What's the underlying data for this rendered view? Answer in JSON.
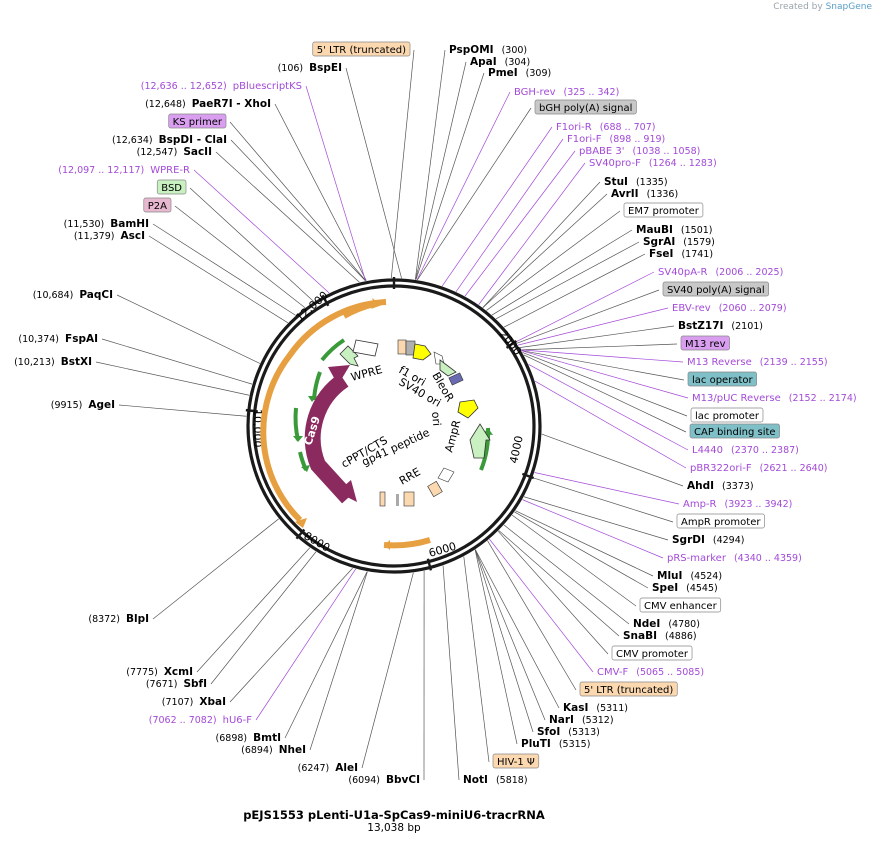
{
  "app": {
    "credit_prefix": "Created by",
    "credit_brand": "SnapGene"
  },
  "plasmid": {
    "name": "pEJS1553 pLenti-U1a-SpCas9-miniU6-tracrRNA",
    "length_label": "13,038 bp",
    "length_bp": 13038
  },
  "ticks": [
    "2000",
    "4000",
    "6000",
    "8000",
    "10,000",
    "12,000"
  ],
  "colors": {
    "enzyme": "#000000",
    "primer": "#a34ad8",
    "backbone": "#1a1a1a",
    "cas9": "#8b2a5e",
    "orange": "#e6a042",
    "green": "#3a9a3a"
  },
  "labels": [
    {
      "kind": "enzyme",
      "name": "PspOMI",
      "coord": "(300)"
    },
    {
      "kind": "enzyme",
      "name": "ApaI",
      "coord": "(304)"
    },
    {
      "kind": "enzyme",
      "name": "PmeI",
      "coord": "(309)"
    },
    {
      "kind": "primer",
      "name": "BGH-rev",
      "coord": "(325 .. 342)"
    },
    {
      "kind": "boxed",
      "name": "bGH poly(A) signal",
      "fill": "#c8c8c8"
    },
    {
      "kind": "primer",
      "name": "F1ori-R",
      "coord": "(688 .. 707)"
    },
    {
      "kind": "primer",
      "name": "F1ori-F",
      "coord": "(898 .. 919)"
    },
    {
      "kind": "primer",
      "name": "pBABE 3'",
      "coord": "(1038 .. 1058)"
    },
    {
      "kind": "primer",
      "name": "SV40pro-F",
      "coord": "(1264 .. 1283)"
    },
    {
      "kind": "enzyme",
      "name": "StuI",
      "coord": "(1335)"
    },
    {
      "kind": "enzyme",
      "name": "AvrII",
      "coord": "(1336)"
    },
    {
      "kind": "boxed",
      "name": "EM7 promoter",
      "fill": "#ffffff"
    },
    {
      "kind": "enzyme",
      "name": "MauBI",
      "coord": "(1501)"
    },
    {
      "kind": "enzyme",
      "name": "SgrAI",
      "coord": "(1579)"
    },
    {
      "kind": "enzyme",
      "name": "FseI",
      "coord": "(1741)"
    },
    {
      "kind": "primer",
      "name": "SV40pA-R",
      "coord": "(2006 .. 2025)"
    },
    {
      "kind": "boxed",
      "name": "SV40 poly(A) signal",
      "fill": "#c8c8c8"
    },
    {
      "kind": "primer",
      "name": "EBV-rev",
      "coord": "(2060 .. 2079)"
    },
    {
      "kind": "enzyme",
      "name": "BstZ17I",
      "coord": "(2101)"
    },
    {
      "kind": "boxed",
      "name": "M13 rev",
      "fill": "#d99ef0"
    },
    {
      "kind": "primer",
      "name": "M13 Reverse",
      "coord": "(2139 .. 2155)"
    },
    {
      "kind": "boxed",
      "name": "lac operator",
      "fill": "#7fc0c8"
    },
    {
      "kind": "primer",
      "name": "M13/pUC Reverse",
      "coord": "(2152 .. 2174)"
    },
    {
      "kind": "boxed",
      "name": "lac promoter",
      "fill": "#ffffff"
    },
    {
      "kind": "boxed",
      "name": "CAP binding site",
      "fill": "#7fc0c8"
    },
    {
      "kind": "primer",
      "name": "L4440",
      "coord": "(2370 .. 2387)"
    },
    {
      "kind": "primer",
      "name": "pBR322ori-F",
      "coord": "(2621 .. 2640)"
    },
    {
      "kind": "enzyme",
      "name": "AhdI",
      "coord": "(3373)"
    },
    {
      "kind": "primer",
      "name": "Amp-R",
      "coord": "(3923 .. 3942)"
    },
    {
      "kind": "boxed",
      "name": "AmpR promoter",
      "fill": "#ffffff"
    },
    {
      "kind": "enzyme",
      "name": "SgrDI",
      "coord": "(4294)"
    },
    {
      "kind": "primer",
      "name": "pRS-marker",
      "coord": "(4340 .. 4359)"
    },
    {
      "kind": "enzyme",
      "name": "MluI",
      "coord": "(4524)"
    },
    {
      "kind": "enzyme",
      "name": "SpeI",
      "coord": "(4545)"
    },
    {
      "kind": "boxed",
      "name": "CMV enhancer",
      "fill": "#ffffff"
    },
    {
      "kind": "enzyme",
      "name": "NdeI",
      "coord": "(4780)"
    },
    {
      "kind": "enzyme",
      "name": "SnaBI",
      "coord": "(4886)"
    },
    {
      "kind": "boxed",
      "name": "CMV promoter",
      "fill": "#ffffff"
    },
    {
      "kind": "primer",
      "name": "CMV-F",
      "coord": "(5065 .. 5085)"
    },
    {
      "kind": "boxed",
      "name": "5' LTR (truncated)",
      "fill": "#fbd8b0"
    },
    {
      "kind": "enzyme",
      "name": "KasI",
      "coord": "(5311)"
    },
    {
      "kind": "enzyme",
      "name": "NarI",
      "coord": "(5312)"
    },
    {
      "kind": "enzyme",
      "name": "SfoI",
      "coord": "(5313)"
    },
    {
      "kind": "enzyme",
      "name": "PluTI",
      "coord": "(5315)"
    },
    {
      "kind": "boxed",
      "name": "HIV-1 Ψ",
      "fill": "#fbd8b0"
    },
    {
      "kind": "enzyme",
      "name": "NotI",
      "coord": "(5818)"
    },
    {
      "kind": "enzyme",
      "name": "BbvCI",
      "coord": "(6094)"
    },
    {
      "kind": "enzyme",
      "name": "AleI",
      "coord": "(6247)"
    },
    {
      "kind": "enzyme",
      "name": "NheI",
      "coord": "(6894)"
    },
    {
      "kind": "enzyme",
      "name": "BmtI",
      "coord": "(6898)"
    },
    {
      "kind": "primer",
      "name": "hU6-F",
      "coord": "(7062 .. 7082)"
    },
    {
      "kind": "enzyme",
      "name": "XbaI",
      "coord": "(7107)"
    },
    {
      "kind": "enzyme",
      "name": "SbfI",
      "coord": "(7671)"
    },
    {
      "kind": "enzyme",
      "name": "XcmI",
      "coord": "(7775)"
    },
    {
      "kind": "enzyme",
      "name": "BlpI",
      "coord": "(8372)"
    },
    {
      "kind": "enzyme",
      "name": "AgeI",
      "coord": "(9915)"
    },
    {
      "kind": "enzyme",
      "name": "BstXI",
      "coord": "(10,213)"
    },
    {
      "kind": "enzyme",
      "name": "FspAI",
      "coord": "(10,374)"
    },
    {
      "kind": "enzyme",
      "name": "PaqCI",
      "coord": "(10,684)"
    },
    {
      "kind": "enzyme",
      "name": "AscI",
      "coord": "(11,379)"
    },
    {
      "kind": "enzyme",
      "name": "BamHI",
      "coord": "(11,530)"
    },
    {
      "kind": "boxed",
      "name": "P2A",
      "fill": "#e8b8d0"
    },
    {
      "kind": "boxed",
      "name": "BSD",
      "fill": "#c8f0c0"
    },
    {
      "kind": "primer",
      "name": "WPRE-R",
      "coord": "(12,097 .. 12,117)"
    },
    {
      "kind": "enzyme",
      "name": "SacII",
      "coord": "(12,547)"
    },
    {
      "kind": "enzyme",
      "name": "BspDI - ClaI",
      "coord": "(12,634)"
    },
    {
      "kind": "boxed",
      "name": "KS primer",
      "fill": "#d99ef0"
    },
    {
      "kind": "enzyme",
      "name": "PaeR7I - XhoI",
      "coord": "(12,648)"
    },
    {
      "kind": "primer",
      "name": "pBluescriptKS",
      "coord": "(12,636 .. 12,652)"
    },
    {
      "kind": "enzyme",
      "name": "BspEI",
      "coord": "(106)"
    },
    {
      "kind": "boxed",
      "name": "5' LTR (truncated)",
      "fill": "#fbd8b0"
    }
  ],
  "features": [
    {
      "name": "f1 ori",
      "type": "ori"
    },
    {
      "name": "SV40 ori",
      "type": "ori"
    },
    {
      "name": "BleoR",
      "type": "cds"
    },
    {
      "name": "ori",
      "type": "ori"
    },
    {
      "name": "AmpR",
      "type": "cds"
    },
    {
      "name": "RRE",
      "type": "misc"
    },
    {
      "name": "gp41 peptide",
      "type": "misc"
    },
    {
      "name": "cPPT/CTS",
      "type": "misc"
    },
    {
      "name": "Cas9",
      "type": "cds"
    },
    {
      "name": "WPRE",
      "type": "misc"
    }
  ]
}
